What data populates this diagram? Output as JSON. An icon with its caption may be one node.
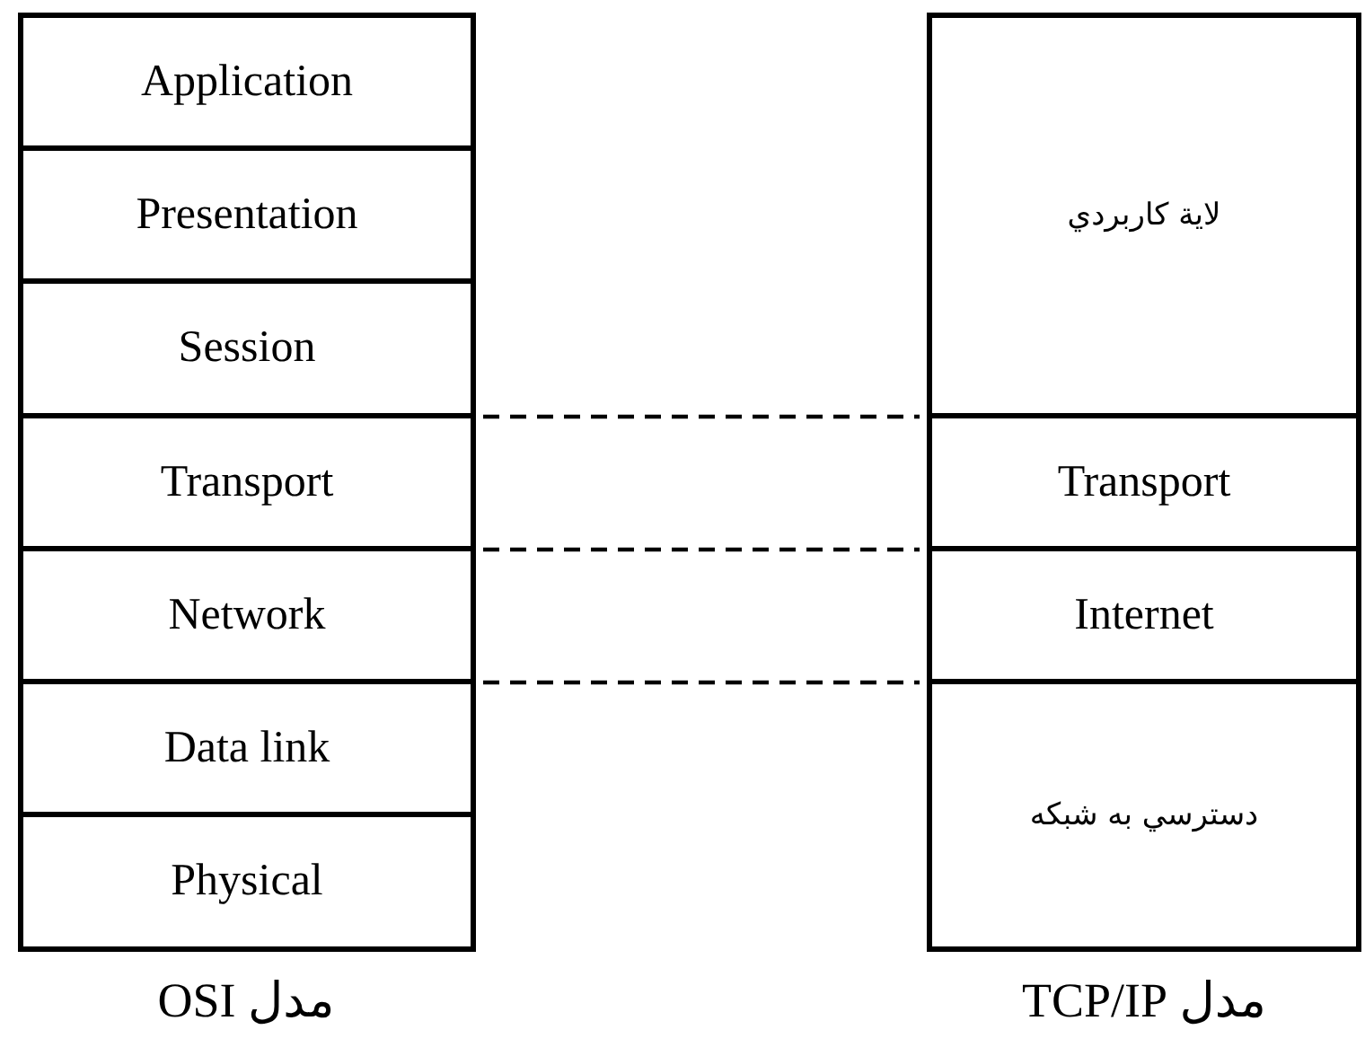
{
  "diagram": {
    "nodes": [
      {
        "text": [
          "Application"
        ]
      },
      {
        "text": [
          "Presentation"
        ]
      },
      {
        "text": [
          "Session"
        ]
      },
      {
        "text": [
          "Transport"
        ]
      },
      {
        "text": [
          "Network"
        ]
      },
      {
        "text": [
          "Data link"
        ]
      },
      {
        "text": [
          "Physical"
        ]
      },
      {
        "text": [
          "لاية کاربردي"
        ]
      },
      {
        "text": [
          "Transport"
        ]
      },
      {
        "text": [
          "Internet"
        ]
      },
      {
        "text": [
          "دسترسي به شبکه"
        ]
      }
    ],
    "edges": [
      {
        "from": 3,
        "to": 8,
        "arrow": "none",
        "style": "dashed"
      },
      {
        "from": 4,
        "to": 9,
        "arrow": "none",
        "style": "dashed"
      },
      {
        "from": 5,
        "to": 10,
        "arrow": "none",
        "style": "dashed"
      }
    ],
    "labels": [
      "مدل OSI",
      "مدل TCP/IP"
    ]
  }
}
